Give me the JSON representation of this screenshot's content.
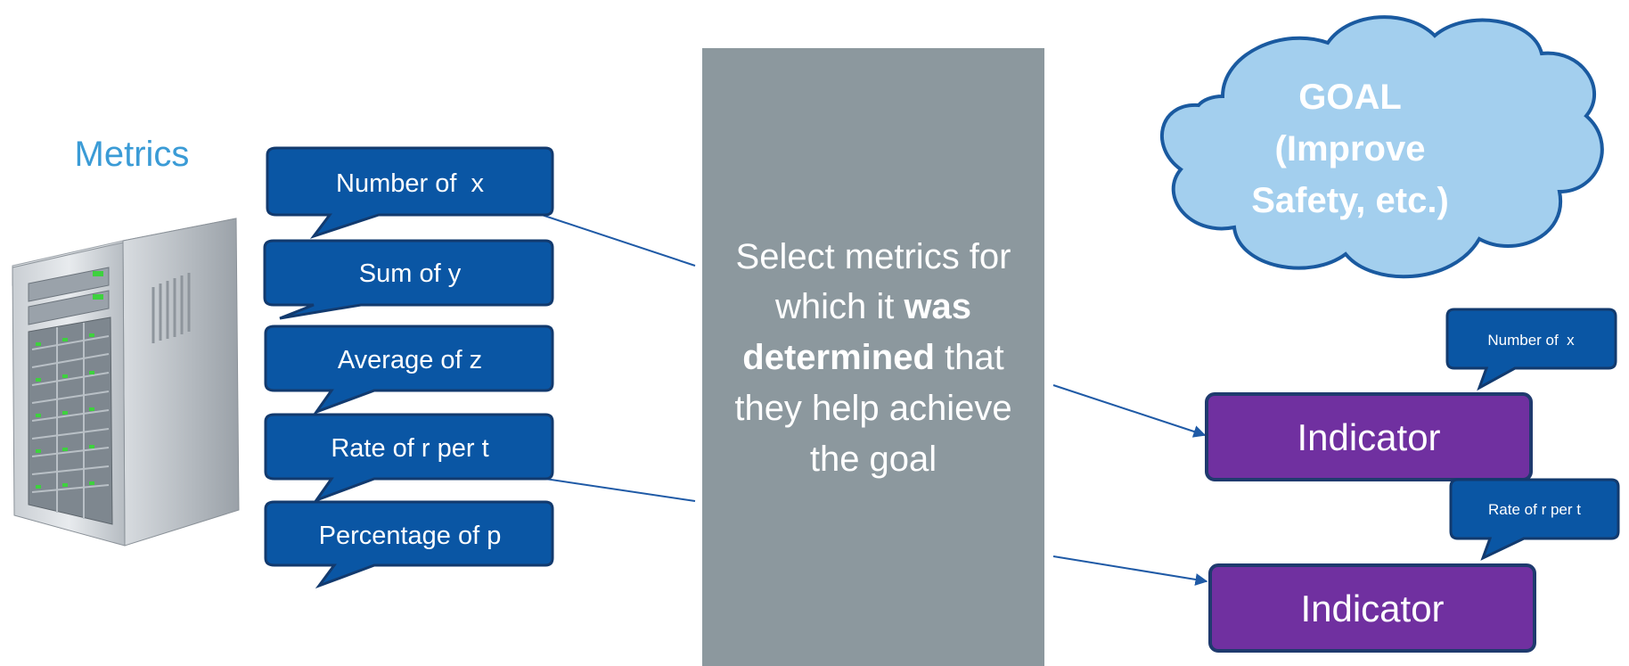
{
  "metrics_label": "Metrics",
  "metric_bubbles": [
    {
      "label": "Number of  x"
    },
    {
      "label": "Sum of y"
    },
    {
      "label": "Average of z"
    },
    {
      "label": "Rate of r per t"
    },
    {
      "label": "Percentage of p"
    }
  ],
  "center_box": {
    "line1": "Select metrics for",
    "line2_normal": "which it ",
    "line2_bold": "was",
    "line3_bold": "determined",
    "line3_normal": " that",
    "line4": "they help achieve",
    "line5": "the goal",
    "fill": "#8c989e"
  },
  "goal_cloud": {
    "line1": "GOAL",
    "line2": "(Improve",
    "line3": "Safety, etc.)",
    "fill": "#a3cfee",
    "stroke": "#1a5aa0"
  },
  "indicators": [
    {
      "label": "Indicator",
      "bubble": "Number of  x"
    },
    {
      "label": "Indicator",
      "bubble": "Rate of r per t"
    }
  ],
  "colors": {
    "bubble_fill": "#0a56a4",
    "bubble_stroke": "#123a6e",
    "indicator_fill": "#7030a0",
    "indicator_stroke": "#1f3a6e",
    "metrics_label": "#3a9bd6",
    "connector": "#1f5aa6"
  },
  "icons": {
    "server": "server-tower-icon"
  }
}
